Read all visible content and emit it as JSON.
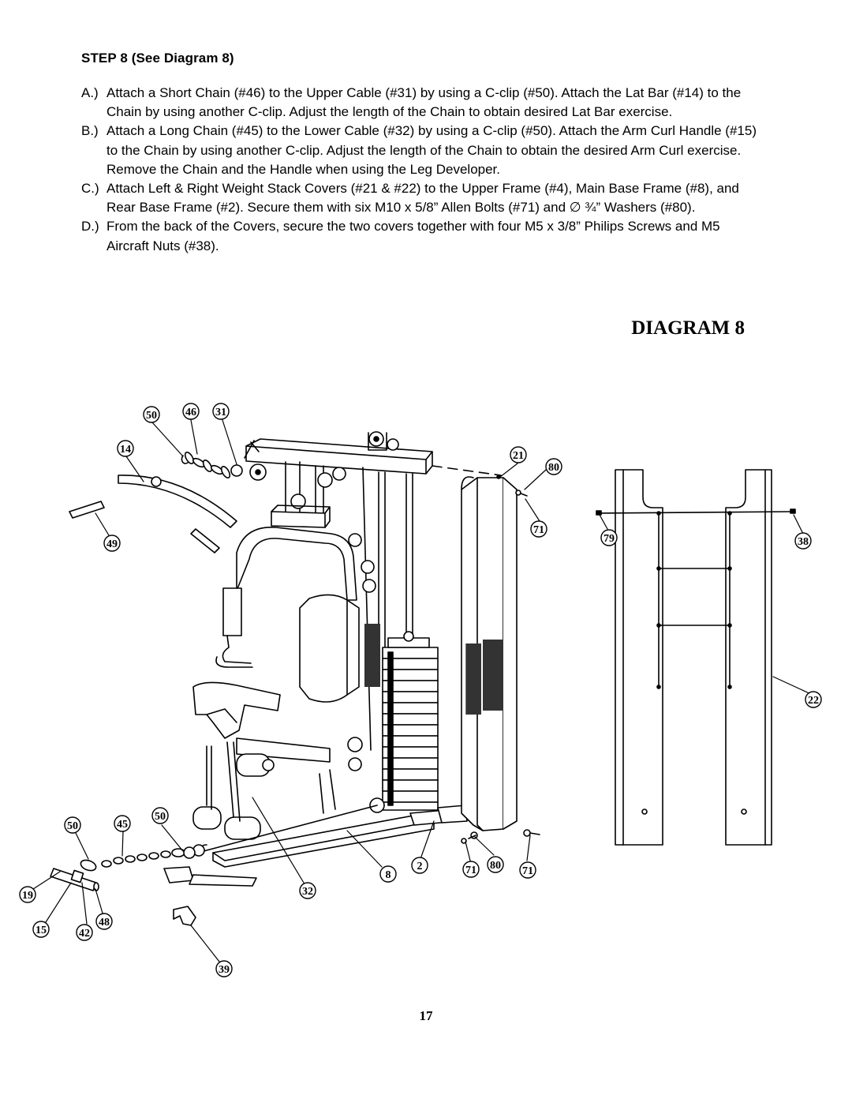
{
  "step": {
    "heading": "STEP 8   (See Diagram 8)"
  },
  "instructions": [
    {
      "letter": "A.)",
      "text": "Attach a Short Chain (#46) to the Upper Cable (#31) by using a C-clip (#50). Attach the Lat Bar (#14) to the Chain by using another C-clip. Adjust the length of the Chain to obtain desired Lat Bar exercise."
    },
    {
      "letter": "B.)",
      "text": "Attach a Long Chain (#45) to the Lower Cable (#32) by using a C-clip (#50). Attach the Arm Curl Handle (#15) to the Chain by using another C-clip. Adjust the length of the Chain to obtain the desired Arm Curl exercise.  Remove the Chain and the Handle when using the Leg Developer."
    },
    {
      "letter": "C.)",
      "text": "Attach Left & Right Weight Stack Covers (#21 & #22) to the Upper Frame (#4), Main Base Frame (#8), and Rear Base Frame (#2).  Secure them with six M10 x 5/8” Allen Bolts (#71) and ∅ ¾” Washers (#80)."
    },
    {
      "letter": "D.)",
      "text": "From the back of the Covers, secure the two covers together with four M5 x 3/8” Philips Screws and M5 Aircraft Nuts (#38)."
    }
  ],
  "diagram": {
    "title": "DIAGRAM 8",
    "callouts": [
      "50",
      "46",
      "31",
      "14",
      "49",
      "21",
      "80",
      "71",
      "79",
      "38",
      "22",
      "50",
      "45",
      "50",
      "19",
      "15",
      "42",
      "48",
      "32",
      "8",
      "2",
      "71",
      "80",
      "71",
      "39"
    ]
  },
  "page_number": "17"
}
